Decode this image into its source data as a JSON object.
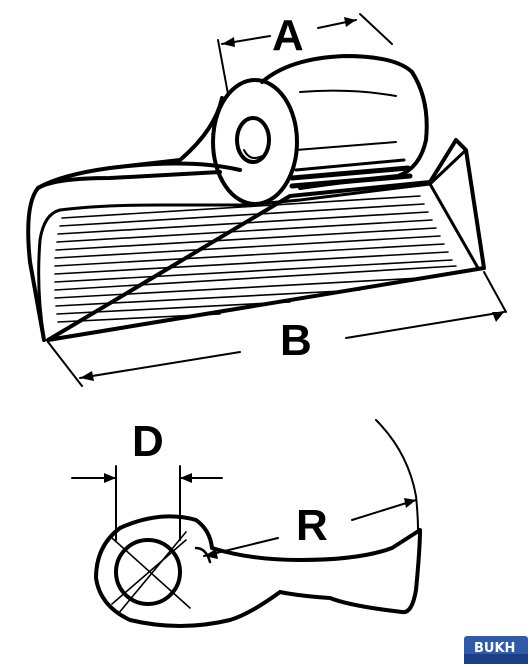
{
  "diagram": {
    "dimensions": {
      "A": "A",
      "B": "B",
      "D": "D",
      "R": "R"
    },
    "watermark": "BUKH"
  },
  "colors": {
    "ink": "#000000",
    "background": "#ffffff",
    "watermark_blue": "#2f5aa8"
  }
}
